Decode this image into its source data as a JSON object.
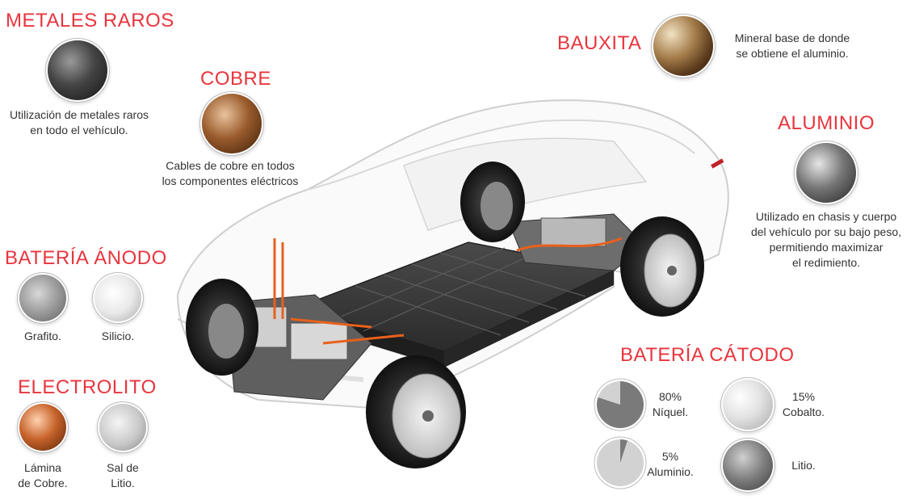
{
  "colors": {
    "heading": "#e8353d",
    "text": "#333333"
  },
  "sections": {
    "metales_raros": {
      "title": "METALES RAROS",
      "desc": [
        "Utilización de metales raros",
        "en todo el vehículo."
      ],
      "icon": "rare-metals-sphere-icon"
    },
    "cobre": {
      "title": "COBRE",
      "desc": [
        "Cables de cobre en todos",
        "los componentes eléctricos"
      ],
      "icon": "copper-sphere-icon"
    },
    "bauxita": {
      "title": "BAUXITA",
      "desc": [
        "Mineral  base de donde",
        "se obtiene el aluminio."
      ],
      "icon": "bauxite-sphere-icon"
    },
    "aluminio": {
      "title": "ALUMINIO",
      "desc": [
        "Utilizado en chasis y cuerpo",
        "del vehículo por su bajo peso,",
        "permitiendo maximizar",
        "el redimiento."
      ],
      "icon": "aluminum-sphere-icon"
    },
    "bateria_anodo": {
      "title": "BATERÍA ÁNODO",
      "items": [
        {
          "label": [
            "Grafito."
          ],
          "icon": "graphite-sphere-icon"
        },
        {
          "label": [
            "Silicio."
          ],
          "icon": "silicon-sphere-icon"
        }
      ]
    },
    "electrolito": {
      "title": "ELECTROLITO",
      "items": [
        {
          "label": [
            "Lámina",
            "de Cobre."
          ],
          "icon": "copper-foil-sphere-icon"
        },
        {
          "label": [
            "Sal de",
            "Litio."
          ],
          "icon": "lithium-salt-sphere-icon"
        }
      ]
    },
    "bateria_catodo": {
      "title": "BATERÍA CÁTODO",
      "items": [
        {
          "label": [
            "80%",
            "Níquel."
          ],
          "share": 0.8,
          "icon": "nickel-pie-icon"
        },
        {
          "label": [
            "15%",
            "Cobalto."
          ],
          "share": 0.15,
          "icon": "cobalt-sphere-icon"
        },
        {
          "label": [
            "5%",
            "Aluminio."
          ],
          "share": 0.05,
          "icon": "aluminum-pie-icon"
        },
        {
          "label": [
            "Litio."
          ],
          "icon": "lithium-sphere-icon"
        }
      ]
    }
  }
}
